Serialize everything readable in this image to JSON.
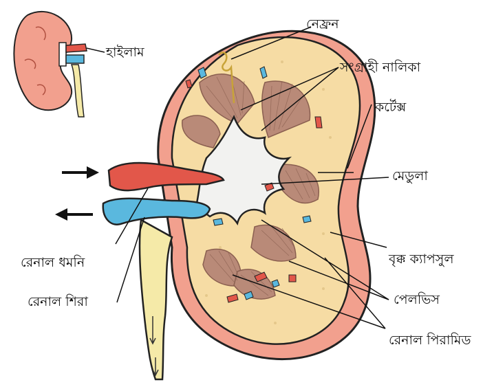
{
  "labels": {
    "nephron": "নেফ্রন",
    "hilum": "হাইলাম",
    "collecting_duct": "সংগ্রাহী নালিকা",
    "cortex": "কর্টেক্স",
    "medulla": "মেডুলা",
    "renal_artery": "রেনাল ধমনি",
    "renal_vein": "রেনাল শিরা",
    "capsule": "বৃক্ক ক্যাপসুল",
    "pelvis": "পেলভিস",
    "renal_pyramid": "রেনাল পিরামিড"
  },
  "colors": {
    "capsule": "#f2a08e",
    "cortex": "#f6dca4",
    "pyramid": "#b98a78",
    "pelvis": "#f2f2f0",
    "artery": "#e2574a",
    "vein": "#5ab8de",
    "ureter": "#f5eaa8"
  }
}
